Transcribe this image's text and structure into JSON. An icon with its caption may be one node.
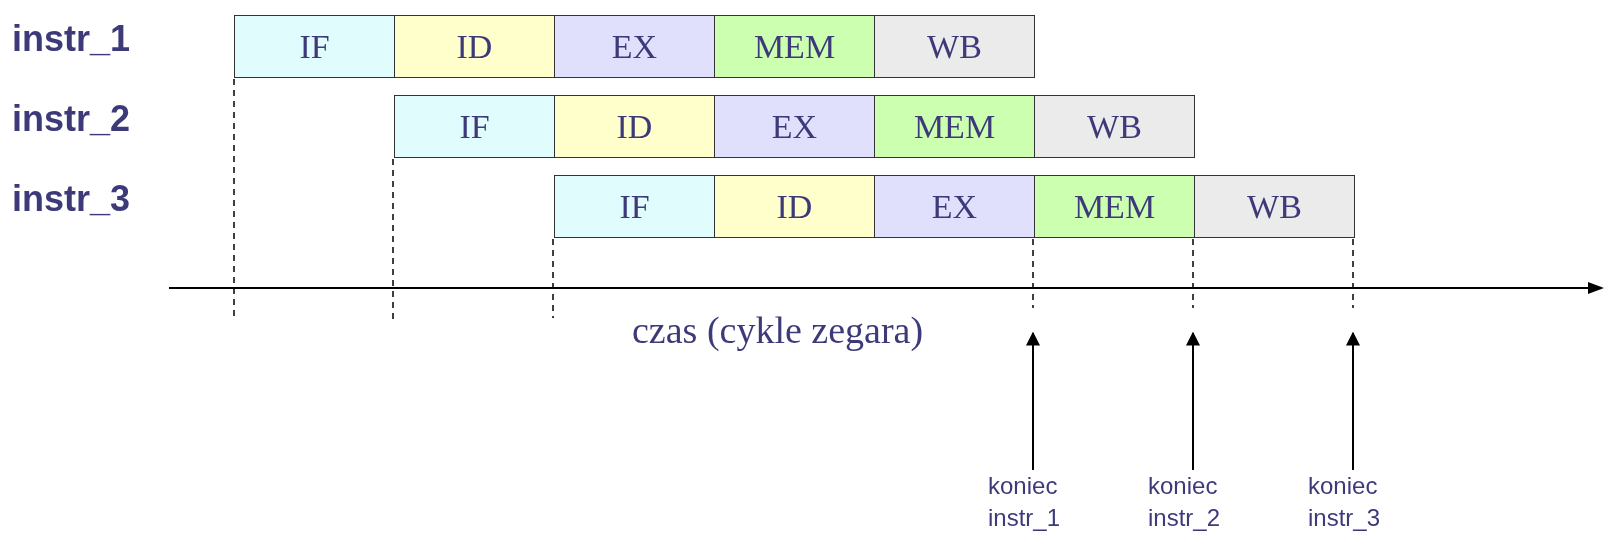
{
  "diagram": {
    "nodes": [
      {
        "text": [
          "IF"
        ]
      },
      {
        "text": [
          "ID"
        ]
      },
      {
        "text": [
          "EX"
        ]
      },
      {
        "text": [
          "MEM"
        ]
      },
      {
        "text": [
          "WB"
        ]
      },
      {
        "text": [
          "IF"
        ]
      },
      {
        "text": [
          "ID"
        ]
      },
      {
        "text": [
          "EX"
        ]
      },
      {
        "text": [
          "MEM"
        ]
      },
      {
        "text": [
          "WB"
        ]
      },
      {
        "text": [
          "IF"
        ]
      },
      {
        "text": [
          "ID"
        ]
      },
      {
        "text": [
          "EX"
        ]
      },
      {
        "text": [
          "MEM"
        ]
      },
      {
        "text": [
          "WB"
        ]
      },
      {
        "text": [
          "koniec instr_1"
        ]
      },
      {
        "text": [
          "koniec instr_2"
        ]
      },
      {
        "text": [
          "koniec instr_3"
        ]
      }
    ],
    "edges": [
      {
        "from": 15,
        "to": null,
        "arrow": "to"
      },
      {
        "from": 16,
        "to": null,
        "arrow": "to"
      },
      {
        "from": 17,
        "to": null,
        "arrow": "to"
      }
    ],
    "labels": [
      "instr_1",
      "instr_2",
      "instr_3",
      "czas (cykle zegara)"
    ]
  }
}
